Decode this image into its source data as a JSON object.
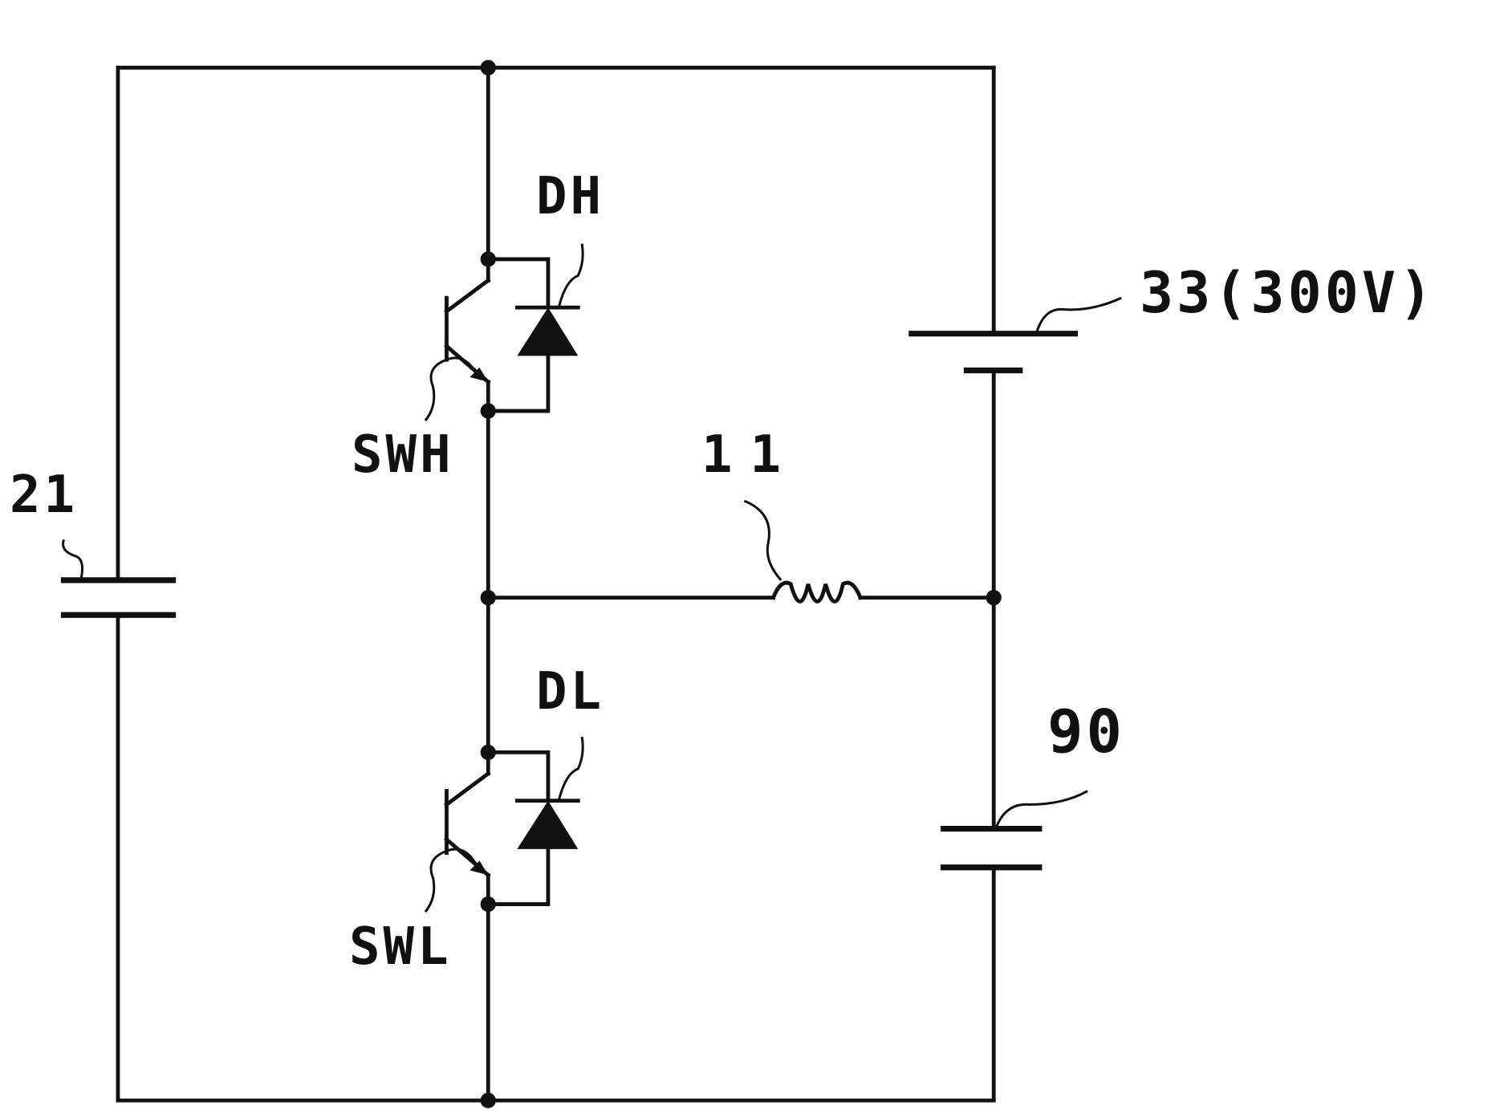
{
  "labels": {
    "dh": "DH",
    "swh": "SWH",
    "dl": "DL",
    "swl": "SWL",
    "cap21": "21",
    "inductor11": "11",
    "battery33": "33(300V)",
    "cap90": "90"
  }
}
